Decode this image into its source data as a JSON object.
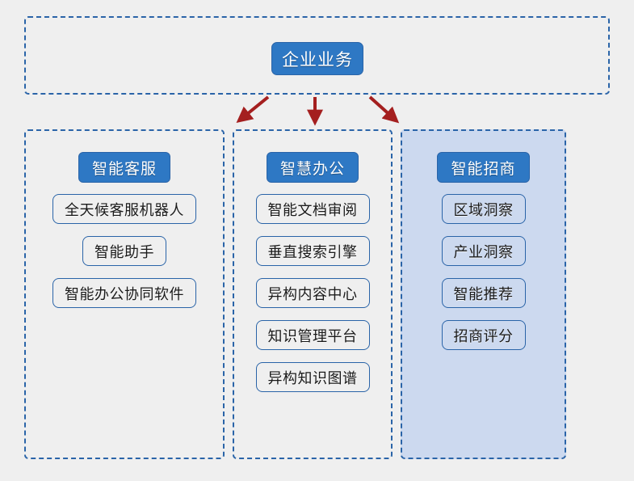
{
  "diagram": {
    "title": "企业业务",
    "root": {
      "label": "企业业务"
    },
    "colors": {
      "node_fill": "#2e78c4",
      "node_border": "#2a64a8",
      "node_text": "#ffffff",
      "item_fill": "#efefef",
      "item_border": "#2a64a8",
      "item_text": "#1a1a1a",
      "highlight_panel_fill": "#ccd9ef",
      "arrow": "#a41f1f",
      "background": "#efefef",
      "dashed_border": "#2a64a8"
    },
    "arrows": [
      {
        "name": "arrow-to-智能客服",
        "direction": "down-left"
      },
      {
        "name": "arrow-to-智慧办公",
        "direction": "down"
      },
      {
        "name": "arrow-to-智能招商",
        "direction": "down-right"
      }
    ],
    "columns": [
      {
        "header": "智能客服",
        "highlighted": false,
        "items": [
          "全天候客服机器人",
          "智能助手",
          "智能办公协同软件"
        ]
      },
      {
        "header": "智慧办公",
        "highlighted": false,
        "items": [
          "智能文档审阅",
          "垂直搜索引擎",
          "异构内容中心",
          "知识管理平台",
          "异构知识图谱"
        ]
      },
      {
        "header": "智能招商",
        "highlighted": true,
        "items": [
          "区域洞察",
          "产业洞察",
          "智能推荐",
          "招商评分"
        ]
      }
    ]
  }
}
